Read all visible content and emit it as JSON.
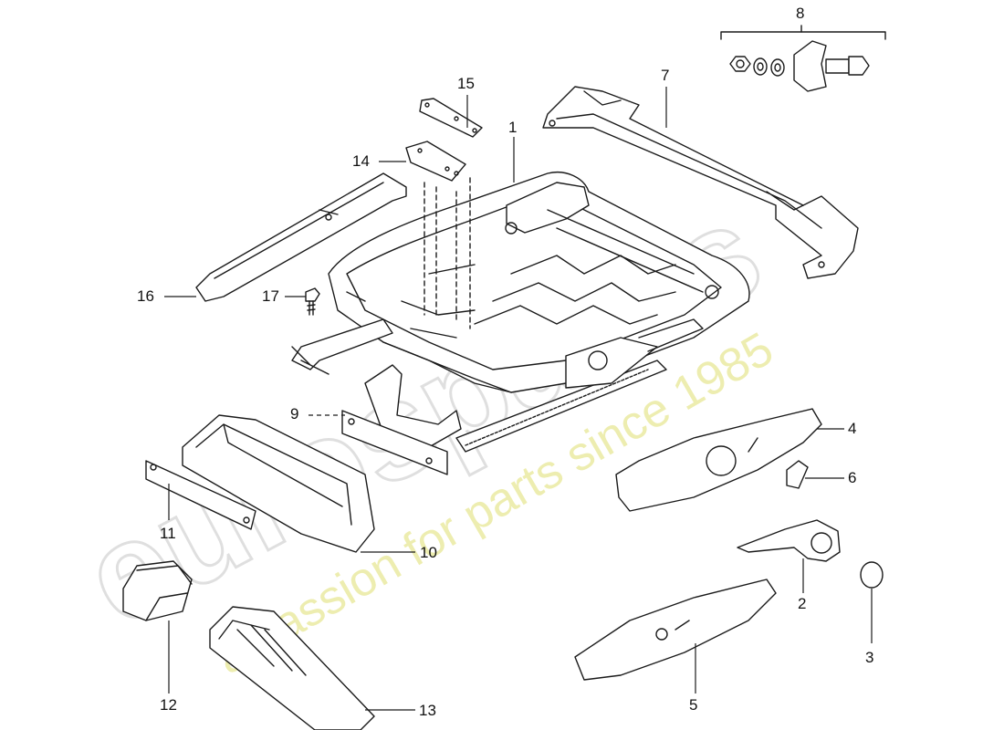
{
  "watermark": {
    "brand": "eurospares",
    "tagline": "a passion for parts since 1985",
    "color": "#e8e8a0",
    "brand_color": "#e4e4e4"
  },
  "line_color": "#1a1a1a",
  "callouts": [
    "1",
    "2",
    "3",
    "4",
    "5",
    "6",
    "7",
    "8",
    "9",
    "10",
    "11",
    "12",
    "13",
    "14",
    "15",
    "16",
    "17"
  ]
}
